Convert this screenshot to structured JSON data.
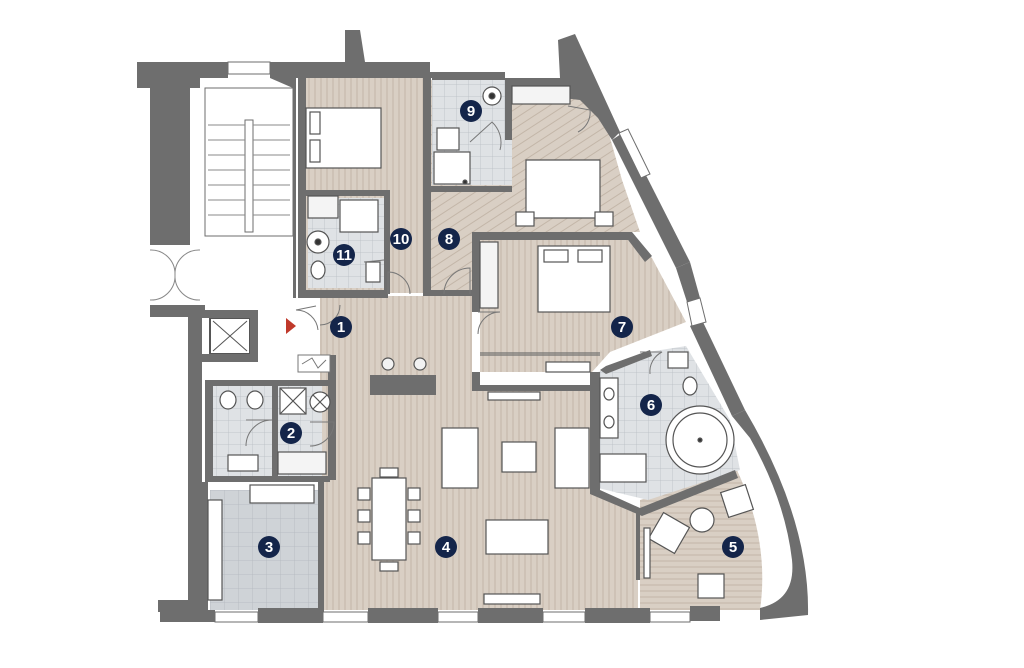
{
  "colors": {
    "wall": "#6e6e6e",
    "floor_wood": "#d7cdc2",
    "wood_stripe": "#c5b8aa",
    "tile": "#d9dcdf",
    "marker_fill": "#14254a",
    "marker_text": "#ffffff",
    "entrance_arrow": "#c0392b"
  },
  "rooms": [
    {
      "id": "room-1",
      "label": "1"
    },
    {
      "id": "room-2",
      "label": "2"
    },
    {
      "id": "room-3",
      "label": "3"
    },
    {
      "id": "room-4",
      "label": "4"
    },
    {
      "id": "room-5",
      "label": "5"
    },
    {
      "id": "room-6",
      "label": "6"
    },
    {
      "id": "room-7",
      "label": "7"
    },
    {
      "id": "room-8",
      "label": "8"
    },
    {
      "id": "room-9",
      "label": "9"
    },
    {
      "id": "room-10",
      "label": "10"
    },
    {
      "id": "room-11",
      "label": "11"
    }
  ]
}
